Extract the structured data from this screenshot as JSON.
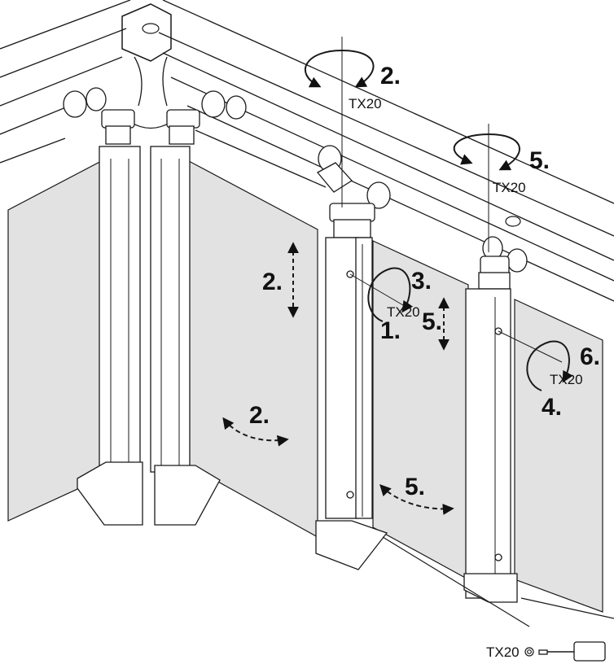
{
  "labels": {
    "step_2_top": "2.",
    "step_5_top": "5.",
    "step_2_vertical": "2.",
    "step_3": "3.",
    "step_1": "1.",
    "step_5_vertical": "5.",
    "step_6": "6.",
    "step_4": "4.",
    "step_2_horizontal": "2.",
    "step_5_horizontal": "5."
  },
  "tool_labels": {
    "tx_top_left": "TX20",
    "tx_top_right": "TX20",
    "tx_mid": "TX20",
    "tx_right": "TX20"
  },
  "tool_legend": {
    "label": "TX20"
  },
  "colors": {
    "glass": "#e2e2e2",
    "line": "#1a1a1a",
    "background": "#ffffff"
  },
  "icons": [
    "rotate-arrow-icon",
    "vertical-adjust-arrow-icon",
    "tilt-arrow-icon",
    "torx-screwdriver-icon"
  ]
}
